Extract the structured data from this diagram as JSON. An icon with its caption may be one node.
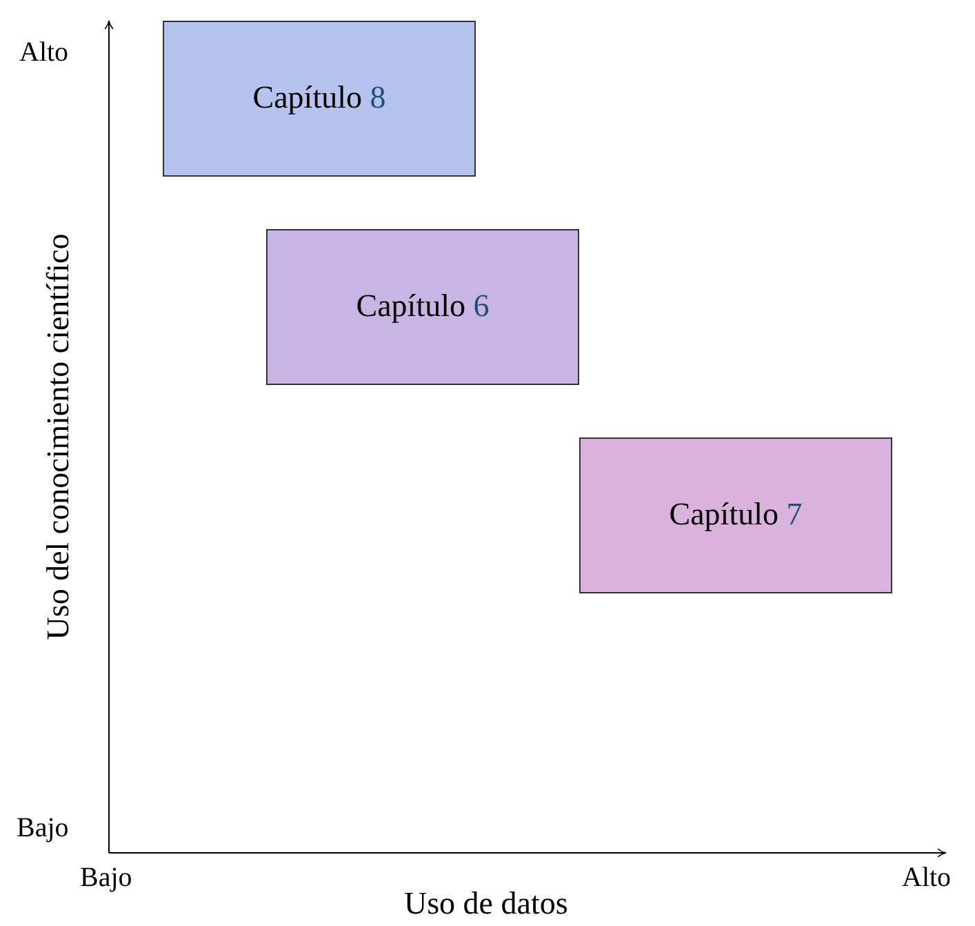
{
  "diagram": {
    "nodes": [
      {
        "text": [
          "Capítulo 8"
        ]
      },
      {
        "text": [
          "Capítulo 6"
        ]
      },
      {
        "text": [
          "Capítulo 7"
        ]
      }
    ],
    "labels": [
      "Alto",
      "Uso del conocimiento científico",
      "Bajo",
      "Bajo",
      "Alto",
      "Uso de datos"
    ]
  }
}
